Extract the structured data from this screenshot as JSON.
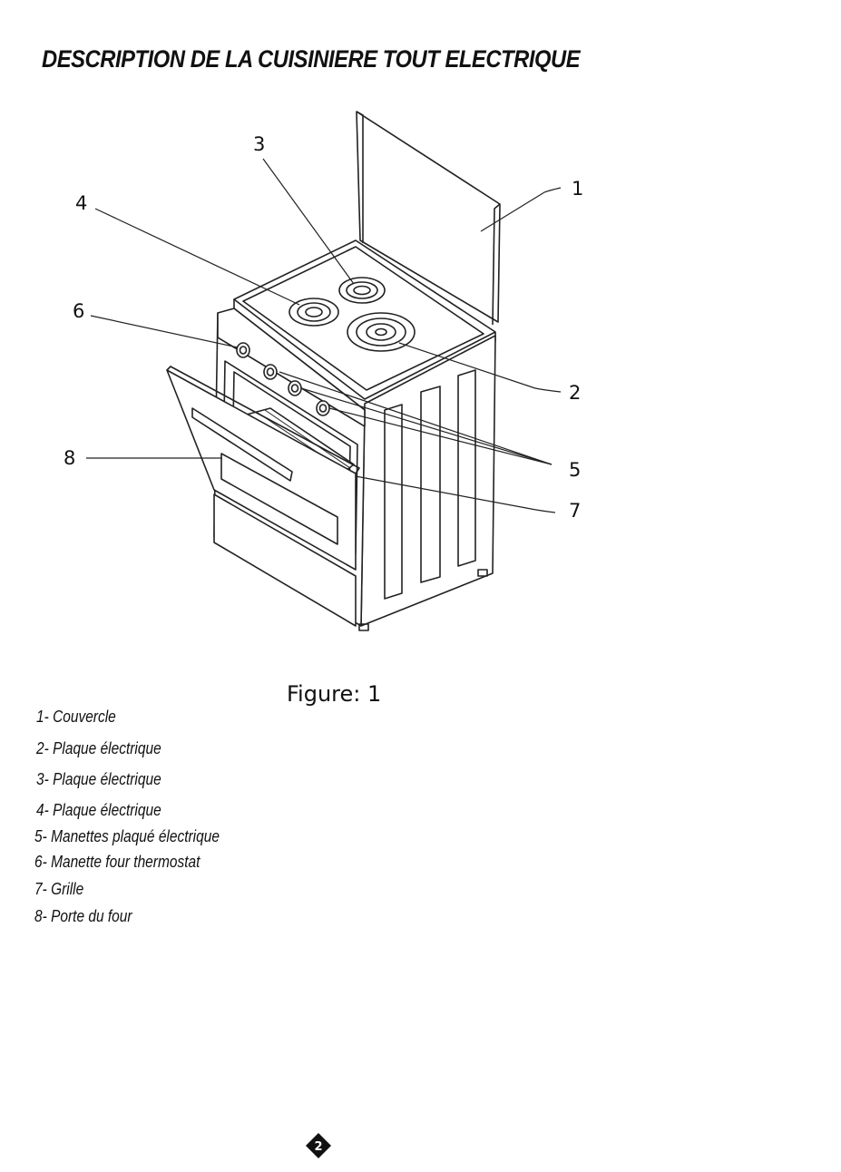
{
  "document": {
    "title": "DESCRIPTION DE LA CUISINIERE TOUT ELECTRIQUE",
    "caption": "Figure: 1",
    "page_number": "2"
  },
  "figure": {
    "callouts": [
      "1",
      "2",
      "3",
      "4",
      "5",
      "6",
      "7",
      "8"
    ]
  },
  "legend": [
    "1- Couvercle",
    "2- Plaque électrique",
    "3- Plaque électrique",
    "4- Plaque électrique",
    "5- Manettes plaqué  électrique",
    "6- Manette four thermostat",
    "7- Grille",
    "8- Porte du four"
  ],
  "icons": {
    "page_badge": "diamond-page-number-icon"
  }
}
